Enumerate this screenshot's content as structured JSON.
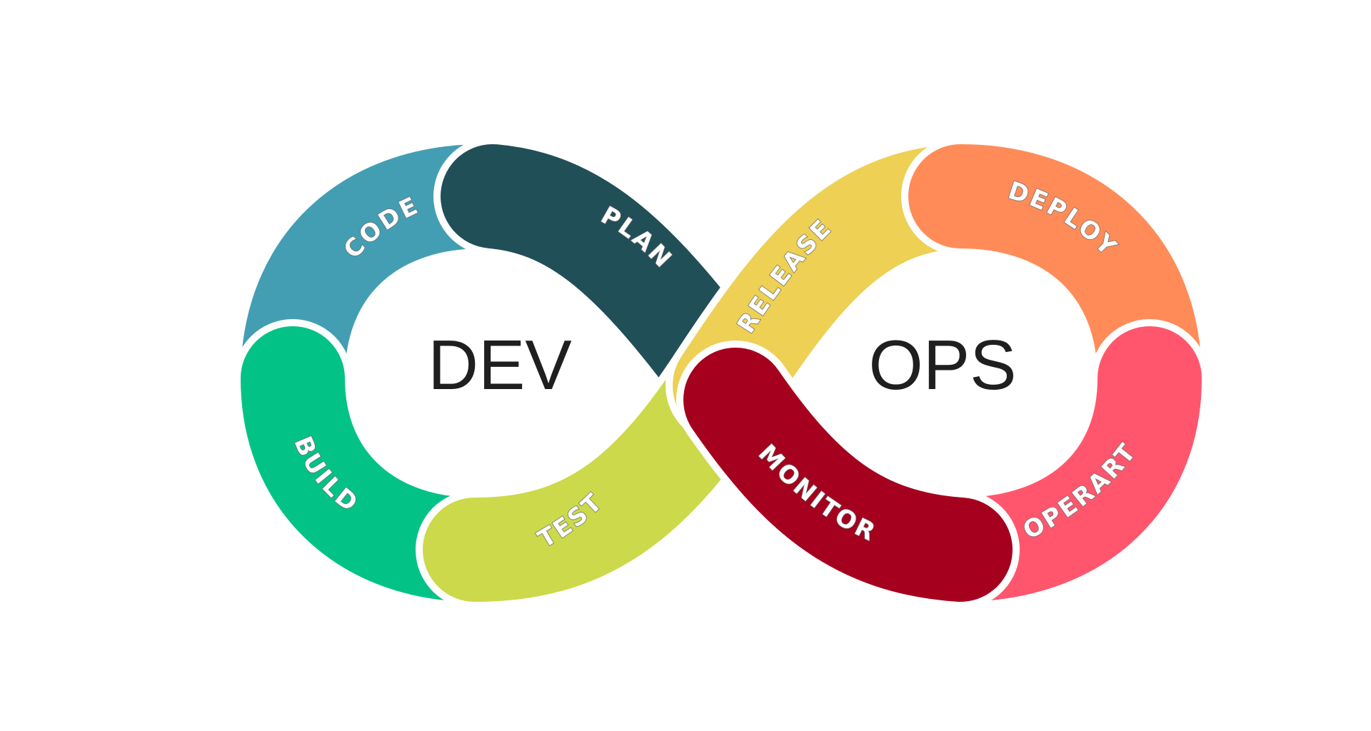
{
  "center": {
    "left": "DEV",
    "right": "OPS"
  },
  "segments": [
    {
      "id": "code",
      "label": "CODE",
      "color": "#439EB3"
    },
    {
      "id": "plan",
      "label": "PLAN",
      "color": "#214F58"
    },
    {
      "id": "build",
      "label": "BUILD",
      "color": "#02C385"
    },
    {
      "id": "test",
      "label": "TEST",
      "color": "#CCD94A"
    },
    {
      "id": "release",
      "label": "RELEASE",
      "color": "#EDD054"
    },
    {
      "id": "deploy",
      "label": "DEPLOY",
      "color": "#FF8C58"
    },
    {
      "id": "operart",
      "label": "OPERART",
      "color": "#FF566E"
    },
    {
      "id": "monitor",
      "label": "MONITOR",
      "color": "#A5001E"
    }
  ]
}
